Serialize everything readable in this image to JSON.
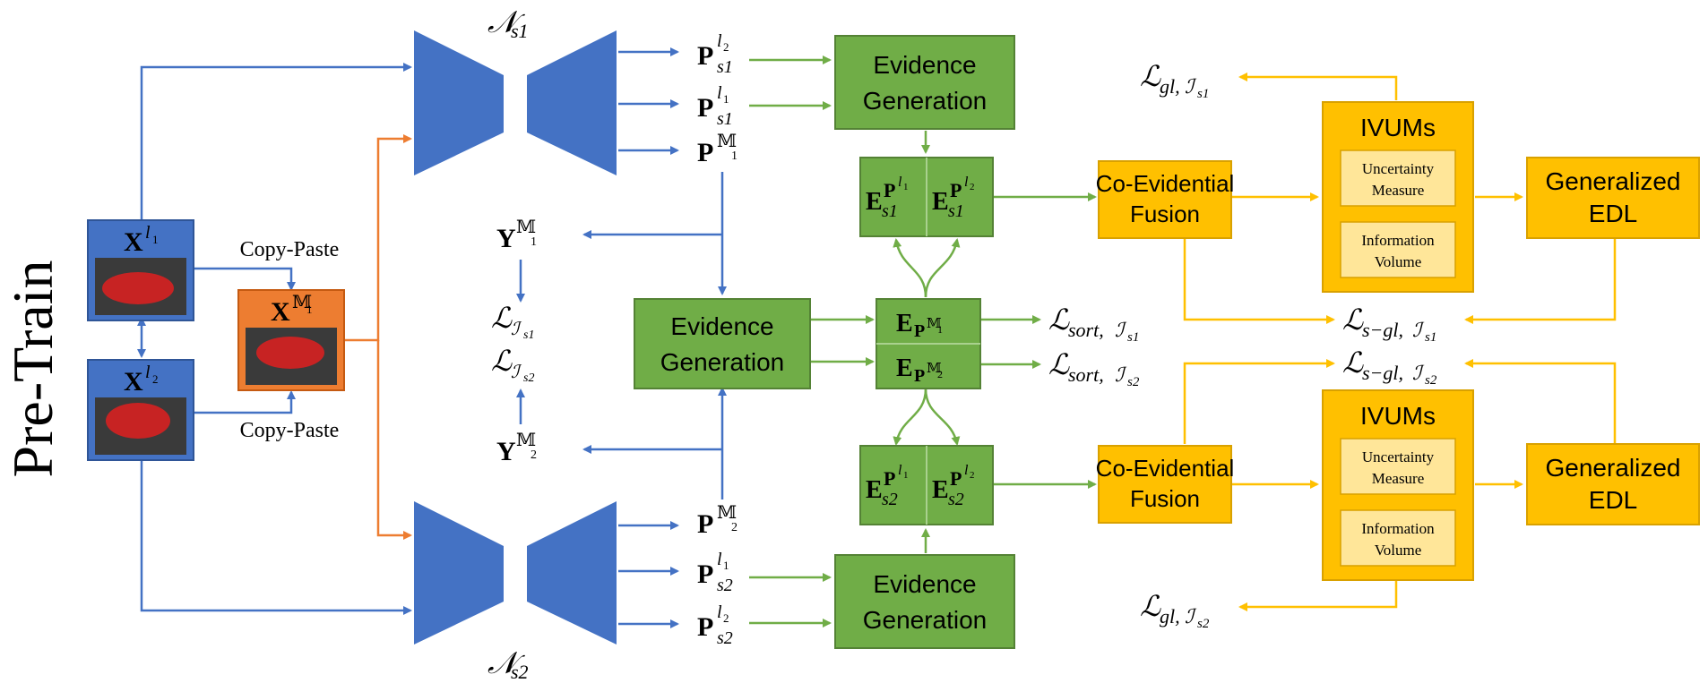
{
  "stage_label": "Pre-Train",
  "colors": {
    "blue": "#4472C4",
    "orange": "#ED7D31",
    "green": "#70AD47",
    "yellow": "#FFC000",
    "light_yellow": "#FFE699"
  },
  "inputs": {
    "x_l1": {
      "base": "X",
      "sup": "l",
      "subsup": "1"
    },
    "x_l2": {
      "base": "X",
      "sup": "l",
      "subsup": "2"
    },
    "x_m1": {
      "base": "X",
      "sup": "𝕄",
      "subsup": "1"
    },
    "copy_paste_top": "Copy-Paste",
    "copy_paste_bottom": "Copy-Paste"
  },
  "networks": {
    "top": {
      "base": "𝒩",
      "sub": "s1"
    },
    "bottom": {
      "base": "𝒩",
      "sub": "s2"
    }
  },
  "predictions": {
    "p_s1_l2": {
      "base": "P",
      "sup": "l",
      "supsub": "2",
      "sub": "s1"
    },
    "p_s1_l1": {
      "base": "P",
      "sup": "l",
      "supsub": "1",
      "sub": "s1"
    },
    "p_m1": {
      "base": "P",
      "sup": "𝕄",
      "supsub": "1"
    },
    "p_m2": {
      "base": "P",
      "sup": "𝕄",
      "supsub": "2"
    },
    "p_s2_l1": {
      "base": "P",
      "sup": "l",
      "supsub": "1",
      "sub": "s2"
    },
    "p_s2_l2": {
      "base": "P",
      "sup": "l",
      "supsub": "2",
      "sub": "s2"
    }
  },
  "labels": {
    "y_m1": {
      "base": "Y",
      "sup": "𝕄",
      "supsub": "1"
    },
    "y_m2": {
      "base": "Y",
      "sup": "𝕄",
      "supsub": "2"
    },
    "l_is1": {
      "base": "ℒ",
      "sub": "ℐ",
      "subsub": "s1"
    },
    "l_is2": {
      "base": "ℒ",
      "sub": "ℐ",
      "subsub": "s2"
    }
  },
  "evidence_generation": {
    "top": [
      "Evidence",
      "Generation"
    ],
    "middle": [
      "Evidence",
      "Generation"
    ],
    "bottom": [
      "Evidence",
      "Generation"
    ]
  },
  "evidence_cells": {
    "top_left": {
      "base": "E",
      "sub": "s1",
      "inner": "P",
      "inner_sup": "l",
      "inner_supsub": "1"
    },
    "top_right": {
      "base": "E",
      "sub": "s1",
      "inner": "P",
      "inner_sup": "l",
      "inner_supsub": "2"
    },
    "mid_top": {
      "base": "E",
      "inner": "P",
      "inner_sup": "𝕄",
      "inner_supsub": "1"
    },
    "mid_bottom": {
      "base": "E",
      "inner": "P",
      "inner_sup": "𝕄",
      "inner_supsub": "2"
    },
    "bot_left": {
      "base": "E",
      "sub": "s2",
      "inner": "P",
      "inner_sup": "l",
      "inner_supsub": "1"
    },
    "bot_right": {
      "base": "E",
      "sub": "s2",
      "inner": "P",
      "inner_sup": "l",
      "inner_supsub": "2"
    }
  },
  "sort_losses": {
    "s1": {
      "base": "ℒ",
      "sub": "sort,",
      "sub2": "ℐ",
      "subsub": "s1"
    },
    "s2": {
      "base": "ℒ",
      "sub": "sort,",
      "sub2": "ℐ",
      "subsub": "s2"
    }
  },
  "top_branch": {
    "fusion": [
      "Co-Evidential",
      "Fusion"
    ],
    "ivums_title": "IVUMs",
    "uncertainty": [
      "Uncertainty",
      "Measure"
    ],
    "information": [
      "Information",
      "Volume"
    ],
    "edl": [
      "Generalized",
      "EDL"
    ],
    "loss_gl": {
      "base": "ℒ",
      "sub": "gl,",
      "sub2": "ℐ",
      "subsub": "s1"
    },
    "loss_sgl": {
      "base": "ℒ",
      "sub": "s−gl,",
      "sub2": "ℐ",
      "subsub": "s1"
    }
  },
  "bottom_branch": {
    "fusion": [
      "Co-Evidential",
      "Fusion"
    ],
    "ivums_title": "IVUMs",
    "uncertainty": [
      "Uncertainty",
      "Measure"
    ],
    "information": [
      "Information",
      "Volume"
    ],
    "edl": [
      "Generalized",
      "EDL"
    ],
    "loss_gl": {
      "base": "ℒ",
      "sub": "gl,",
      "sub2": "ℐ",
      "subsub": "s2"
    },
    "loss_sgl": {
      "base": "ℒ",
      "sub": "s−gl,",
      "sub2": "ℐ",
      "subsub": "s2"
    }
  }
}
